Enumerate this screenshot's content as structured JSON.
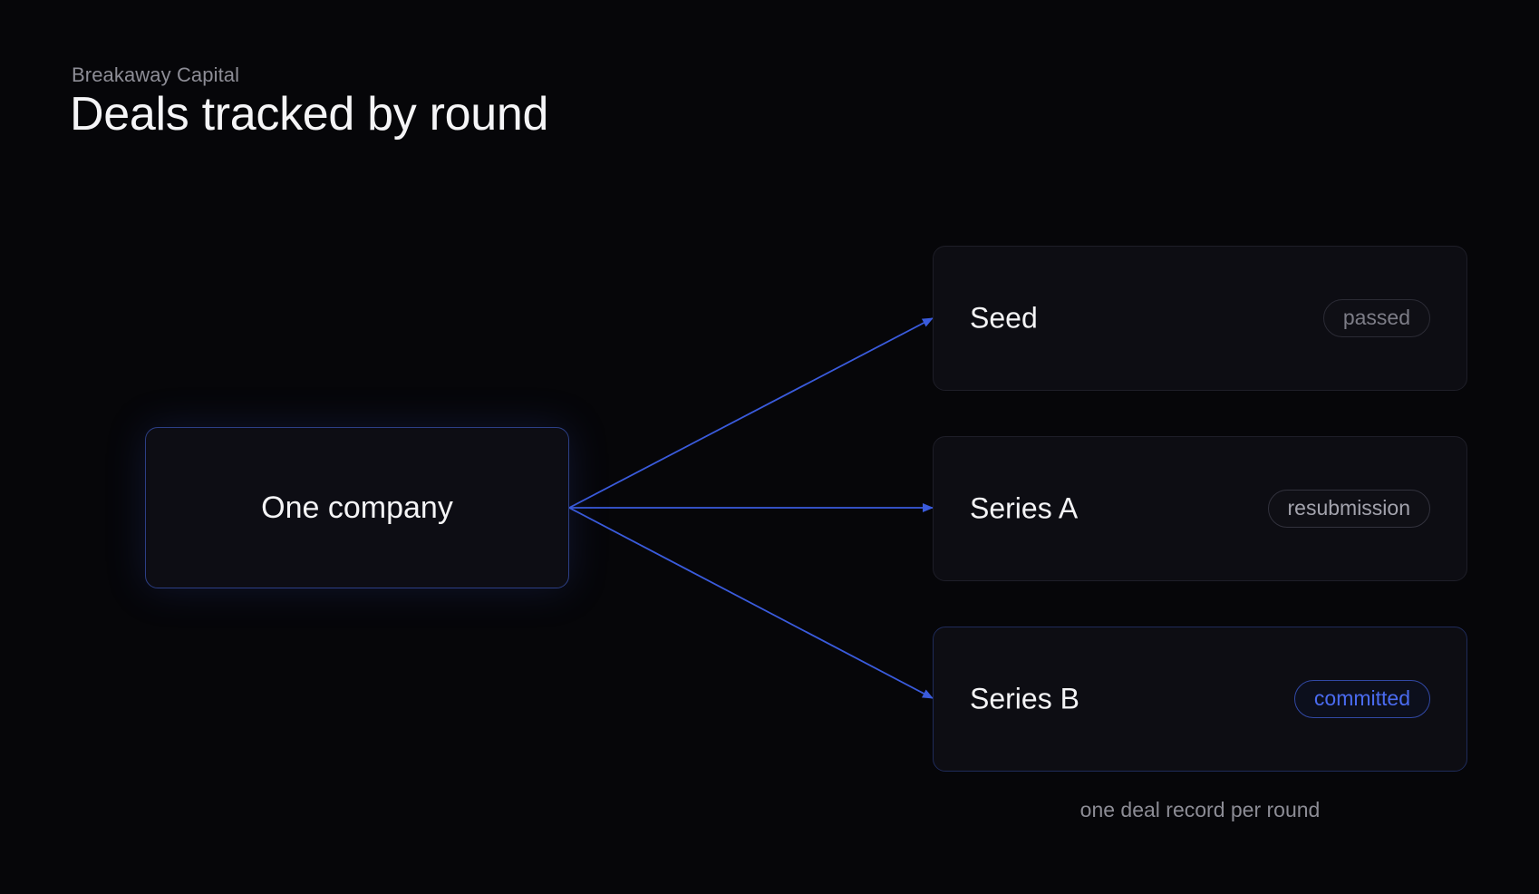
{
  "header": {
    "eyebrow": "Breakaway Capital",
    "title": "Deals tracked by round"
  },
  "source_node": {
    "label": "One company"
  },
  "rounds": [
    {
      "label": "Seed",
      "status": "passed"
    },
    {
      "label": "Series A",
      "status": "resubmission"
    },
    {
      "label": "Series B",
      "status": "committed"
    }
  ],
  "footnote": "one deal record per round",
  "colors": {
    "background": "#060609",
    "accent": "#3a5bdc",
    "committed_text": "#4a6bf0",
    "card_border": "#1e1e28",
    "muted_text": "#8c8c95"
  }
}
